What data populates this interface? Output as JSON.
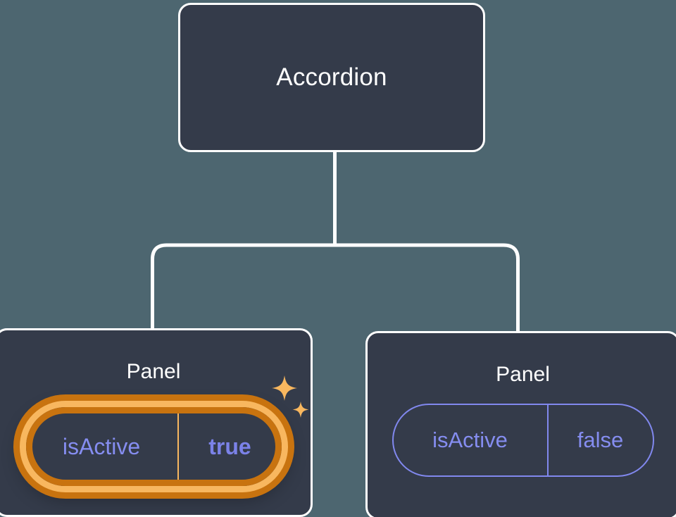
{
  "theme": {
    "background": "#4d6670",
    "card_fill": "#343b4a",
    "card_border": "#ffffff",
    "connector": "#ffffff",
    "prop_text": "#858df0",
    "prop_border": "#8188ee",
    "highlight_inner": "#f8b75f",
    "highlight_outer": "#c8730f",
    "sparkle": "#f8b75f"
  },
  "tree": {
    "root": {
      "label": "Accordion"
    },
    "children": [
      {
        "label": "Panel",
        "highlighted": true,
        "prop": {
          "key": "isActive",
          "value": "true"
        }
      },
      {
        "label": "Panel",
        "highlighted": false,
        "prop": {
          "key": "isActive",
          "value": "false"
        }
      }
    ]
  },
  "icons": {
    "sparkle_large": "sparkle-icon",
    "sparkle_small": "sparkle-small-icon"
  }
}
